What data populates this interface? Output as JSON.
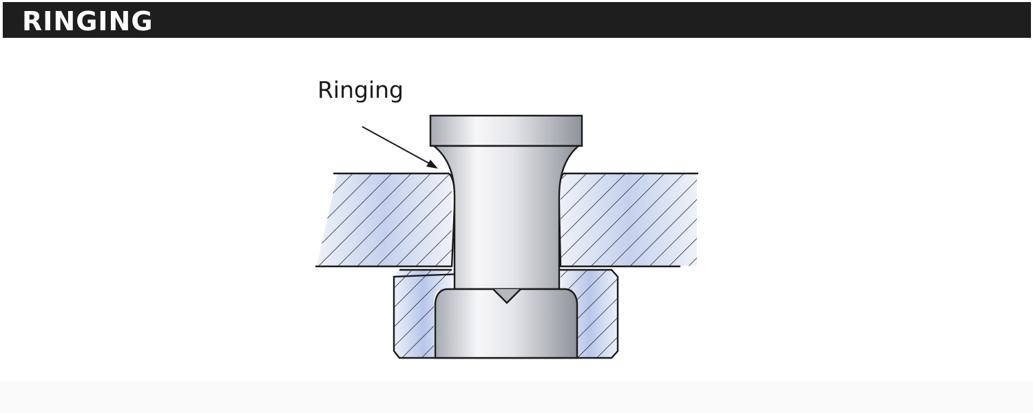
{
  "header": {
    "title": "RINGING"
  },
  "diagram": {
    "callout_label": "Ringing",
    "colors": {
      "section_fill": "#dfe6f5",
      "section_shade": "#b9c8ea",
      "hatch": "#2a2a2a",
      "metal_light": "#f4f4f6",
      "metal_dark": "#9fa3ab",
      "outline": "#1a1a1a"
    },
    "icons": [
      "arrow-pointer"
    ]
  }
}
